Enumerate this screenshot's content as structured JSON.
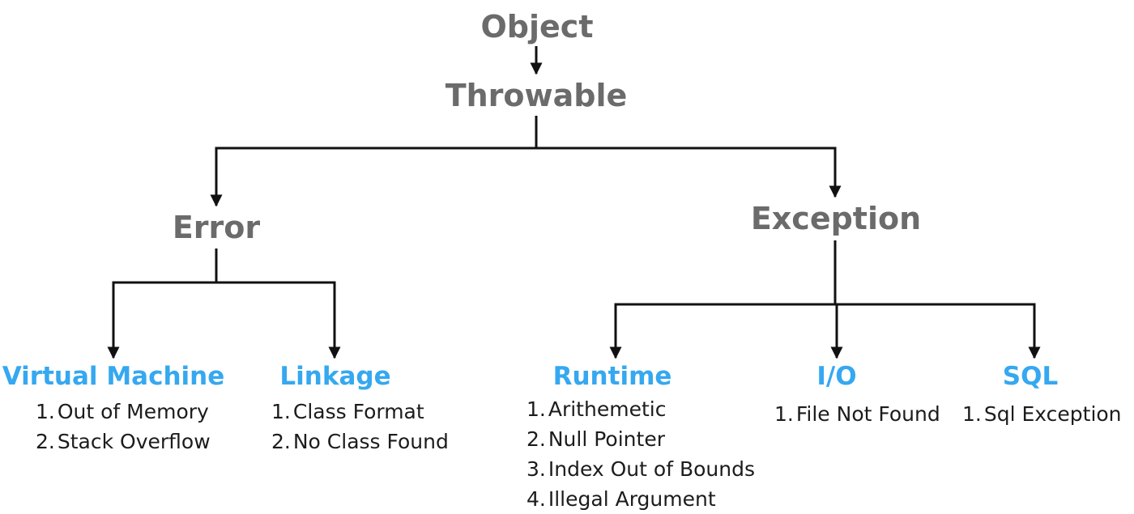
{
  "nodes": {
    "object": "Object",
    "throwable": "Throwable",
    "error": "Error",
    "exception": "Exception"
  },
  "categories": {
    "virtual_machine": {
      "title": "Virtual Machine",
      "items": [
        "Out of Memory",
        "Stack Overflow"
      ]
    },
    "linkage": {
      "title": "Linkage",
      "items": [
        "Class Format",
        "No Class Found"
      ]
    },
    "runtime": {
      "title": "Runtime",
      "items": [
        "Arithemetic",
        "Null Pointer",
        "Index Out of Bounds",
        "Illegal Argument"
      ]
    },
    "io": {
      "title": "I/O",
      "items": [
        "File Not Found"
      ]
    },
    "sql": {
      "title": "SQL",
      "items": [
        "Sql Exception"
      ]
    }
  },
  "colors": {
    "root_text": "#6b6b6b",
    "leaf_title": "#35a8f0",
    "item_text": "#1c1c1c",
    "connector": "#111111"
  }
}
